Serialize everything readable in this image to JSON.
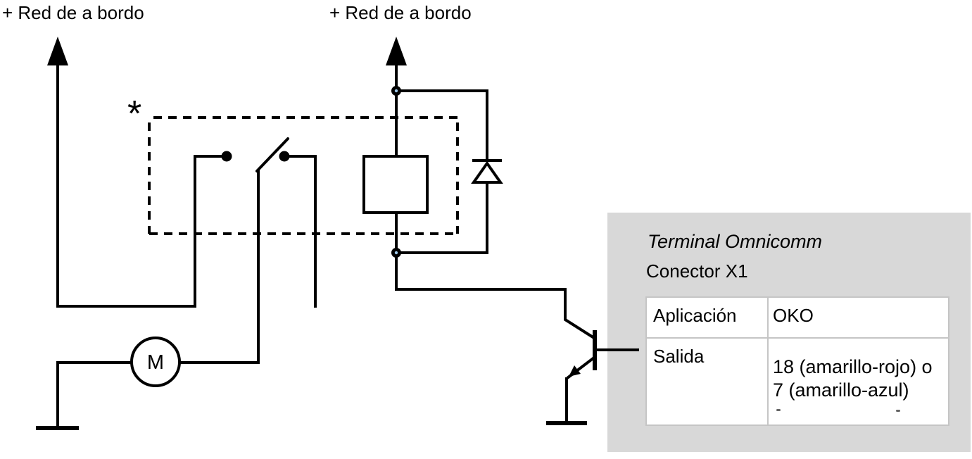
{
  "diagram": {
    "power_label_left": "+ Red de a bordo",
    "power_label_right": "+ Red de a bordo",
    "optional_marker": "*",
    "motor_label": "M"
  },
  "panel": {
    "title": "Terminal Omnicomm",
    "subtitle": "Conector X1",
    "table": {
      "rows": [
        {
          "label": "Aplicación",
          "value": "OKO"
        },
        {
          "label": "Salida",
          "value_line1": "18 (amarillo-rojo) o",
          "value_line2": "7 (amarillo-azul)"
        }
      ]
    }
  },
  "colors": {
    "line": "#000000",
    "panel_bg": "#d8d8d8",
    "table_border": "#c5c5c5",
    "table_bg": "#ffffff",
    "node_center": "#9dc7e8"
  }
}
